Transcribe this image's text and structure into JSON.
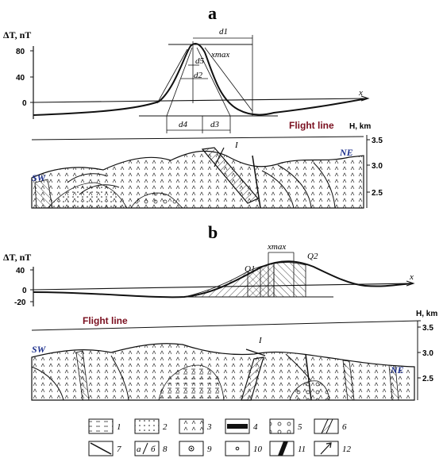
{
  "panel_a": {
    "letter": "a",
    "y_label": "ΔT, nT",
    "y_ticks": [
      "80",
      "40",
      "0"
    ],
    "x_axis": "x",
    "labels": {
      "d1": "d1",
      "d2": "d2",
      "d3": "d3",
      "d4": "d4",
      "d5": "d5",
      "xmax": "xmax"
    },
    "flight_line": "Flight line",
    "h_label": "H, km",
    "h_ticks": [
      "3.5",
      "3.0",
      "2.5"
    ],
    "sw": "SW",
    "ne": "NE",
    "marker": "I"
  },
  "panel_b": {
    "letter": "b",
    "y_label": "ΔT, nT",
    "y_ticks": [
      "40",
      "0",
      "-20"
    ],
    "x_axis": "x",
    "labels": {
      "q1": "Q1",
      "q2": "Q2",
      "xmax": "xmax"
    },
    "flight_line": "Flight line",
    "h_label": "H, km",
    "h_ticks": [
      "3.5",
      "3.0",
      "2.5"
    ],
    "sw": "SW",
    "ne": "NE",
    "marker": "I"
  },
  "legend": {
    "items": [
      "1",
      "2",
      "3",
      "4",
      "5",
      "6",
      "7",
      "8",
      "9",
      "10",
      "11",
      "12"
    ],
    "sub_a": "a",
    "sub_b": "б"
  },
  "colors": {
    "flight_line": "#7a0f1f",
    "direction": "#1c2f8c",
    "ink": "#111111"
  }
}
